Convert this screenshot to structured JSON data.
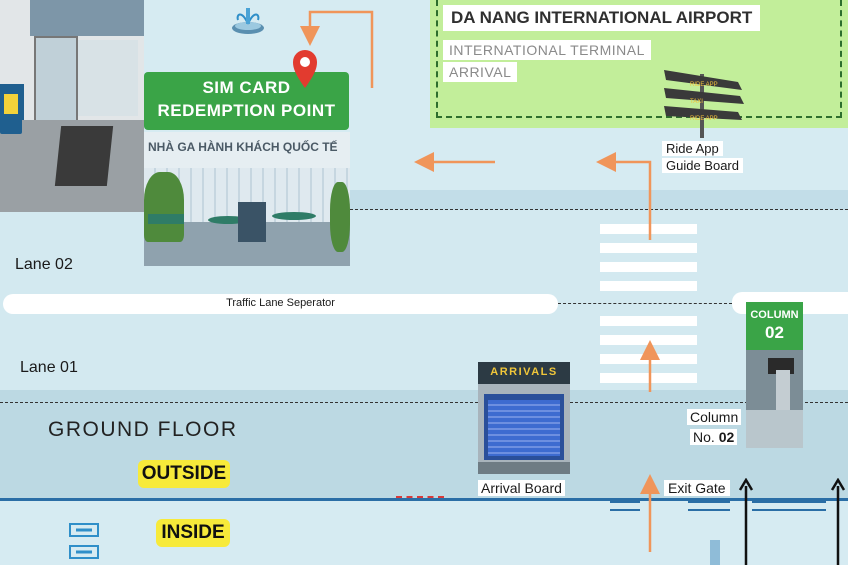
{
  "airport": {
    "name": "DA NANG INTERNATIONAL AIRPORT",
    "terminal": "INTERNATIONAL TERMINAL",
    "area": "ARRIVAL"
  },
  "redemption": {
    "line1": "SIM CARD",
    "line2": "REDEMPTION POINT",
    "building_sign": "NHÀ GA HÀNH KHÁCH QUỐC TẾ"
  },
  "ride_app": {
    "line1": "Ride App",
    "line2": "Guide Board"
  },
  "lanes": {
    "lane2": "Lane 02",
    "lane1": "Lane 01",
    "separator": "Traffic Lane Seperator"
  },
  "column": {
    "sign_top": "COLUMN",
    "sign_num": "02",
    "label_line1": "Column",
    "label_line2_prefix": "No. ",
    "label_line2_num": "02"
  },
  "floor": {
    "ground": "GROUND FLOOR",
    "outside": "OUTSIDE",
    "inside": "INSIDE"
  },
  "arrivals": {
    "sign": "ARRIVALS",
    "label": "Arrival Board"
  },
  "exit_gate": "Exit Gate",
  "colors": {
    "green": "#3aa447",
    "airport_zone": "#c2ee9a",
    "arrow": "#f0955a",
    "yellow": "#f7ea3a",
    "background": "#cfe6ee"
  }
}
